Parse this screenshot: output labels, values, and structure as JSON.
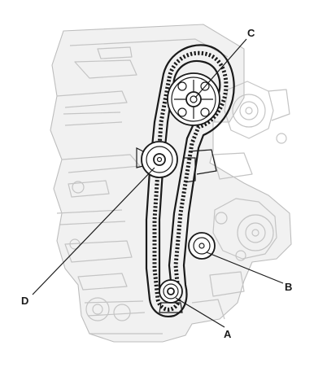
{
  "callouts": {
    "a": "A",
    "b": "B",
    "c": "C",
    "d": "D"
  },
  "colors": {
    "line_art": "#1a1a1a",
    "engine_outline": "#c4c4c4",
    "background": "#ffffff"
  }
}
